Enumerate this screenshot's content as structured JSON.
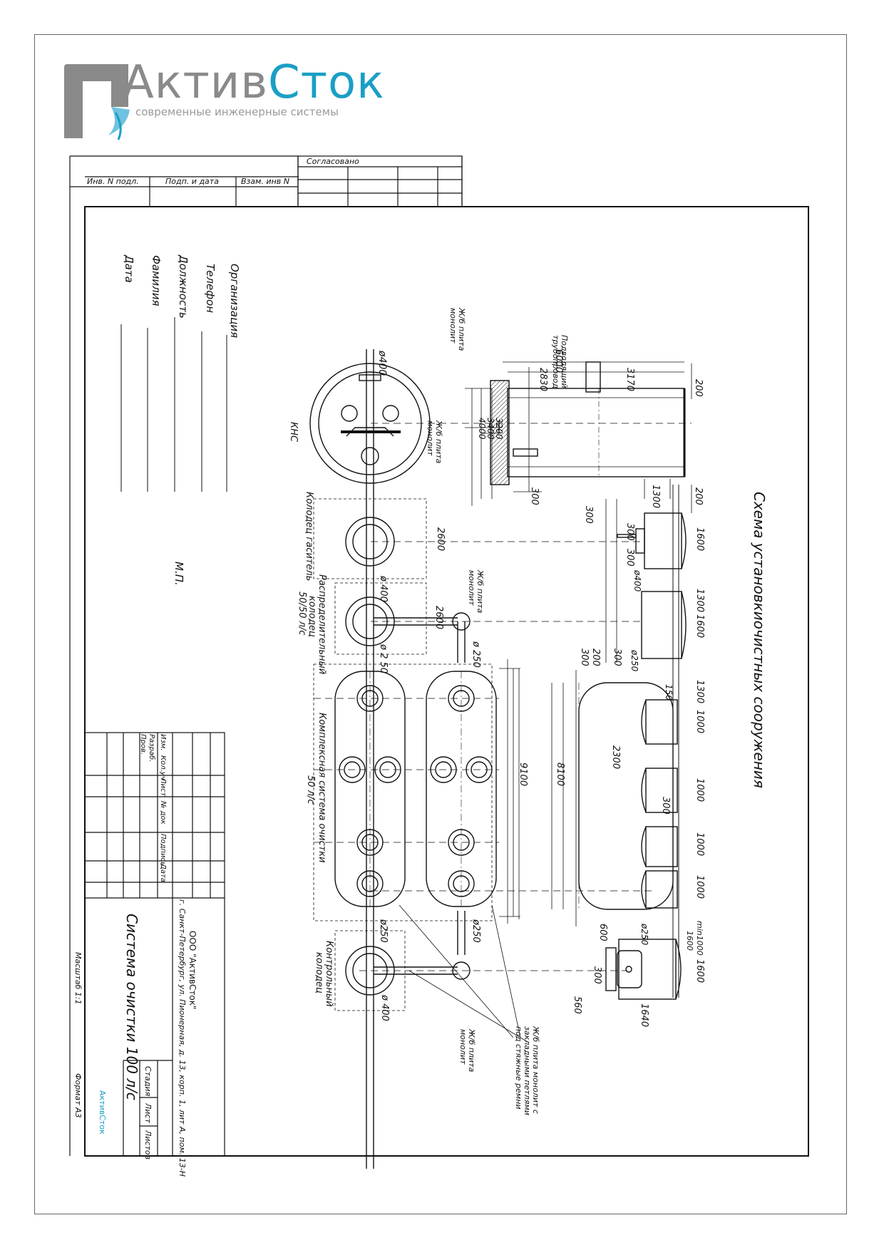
{
  "logo": {
    "brand_part1": "Актив",
    "brand_part2": "Сток",
    "tagline": "современные инженерные системы"
  },
  "top_stamp": {
    "agreed": "Согласовано",
    "inv_podl": "Инв. N подл.",
    "sign_date": "Подп. и дата",
    "vzam": "Взам. инв N"
  },
  "customer": {
    "organization": "Организация",
    "phone": "Телефон",
    "position": "Должность",
    "surname": "Фамилия",
    "date": "Дата",
    "stamp_place": "М.П."
  },
  "title_block": {
    "col_izm": "Изм.",
    "col_koluch": "Кол.уч",
    "col_list": "Лист",
    "col_ndok": "№ док",
    "col_podpis": "Подпись",
    "col_data": "Дата",
    "razrab": "Разраб.",
    "prov": "Пров.",
    "company": "ООО \"АктивСток\"",
    "address": "г. Санкт-Петербург, ул. Пионерная, д. 13, корп. 1, лит А, пом. 13-Н",
    "title": "Система очистки 100 л/с",
    "stage": "Стадия",
    "sheet": "Лист",
    "sheets": "Листов",
    "scale": "Масштаб 1:1",
    "format": "Формат А3",
    "mini_logo": "АктивСток"
  },
  "drawing": {
    "scheme_title": "Схема установкиочистных сооружения",
    "labels": {
      "supply_pipe_1": "Подводящий",
      "supply_pipe_2": "трубопровод",
      "slab_1": "Ж/б плита",
      "slab_2": "монолит",
      "kns": "КНС",
      "damper_well": "Колодец гаситель",
      "distrib_1": "Распределительный",
      "distrib_2": "колодец",
      "distrib_3": "50/50 л/с",
      "complex_1": "Комплексная система очистки",
      "complex_2": "50 л/с",
      "control_1": "Контрольный",
      "control_2": "колодец",
      "slab_loops_1": "Ж/б плита монолит с",
      "slab_loops_2": "закладными петлями",
      "slab_loops_3": "под стяжные ремни"
    },
    "dims": {
      "d6000": "6000",
      "d2830": "2830",
      "d3170": "3170",
      "d200a": "200",
      "d3200": "3200",
      "d3400": "3400",
      "d4000": "4000",
      "d300a": "300",
      "d200b": "200",
      "d1300a": "1300",
      "d1600a": "1600",
      "d300b": "300",
      "d300c": "300",
      "d300d": "300",
      "d2600a": "2600",
      "dia400a": "ø400",
      "d1300b": "1300",
      "d1600b": "1600",
      "dia400b": "ø400",
      "dia400c": "ø 400",
      "d2600b": "2600",
      "dia250a": "ø 250",
      "dia250b": "ø250",
      "d300e": "300",
      "d200c": "200",
      "d300f": "300",
      "dia250c": "ø 2 50",
      "d150": "150",
      "d1300c": "1300",
      "d1000a": "1000",
      "d2300": "2300",
      "d1000b": "1000",
      "d9100": "9100",
      "d8100": "8100",
      "d300g": "300",
      "d1000c": "1000",
      "d1000d": "1000",
      "min1000": "min1000",
      "d1600c": "1600",
      "d1600d": "1600",
      "dia250d": "ø250",
      "d600": "600",
      "d300h": "300",
      "d560": "560",
      "d1640": "1640",
      "dia250e": "ø250",
      "dia250f": "ø250",
      "dia400d": "ø 400"
    }
  },
  "colors": {
    "brand_grey": "#8a8a8a",
    "brand_blue": "#1a9fc4",
    "line": "#111111"
  }
}
